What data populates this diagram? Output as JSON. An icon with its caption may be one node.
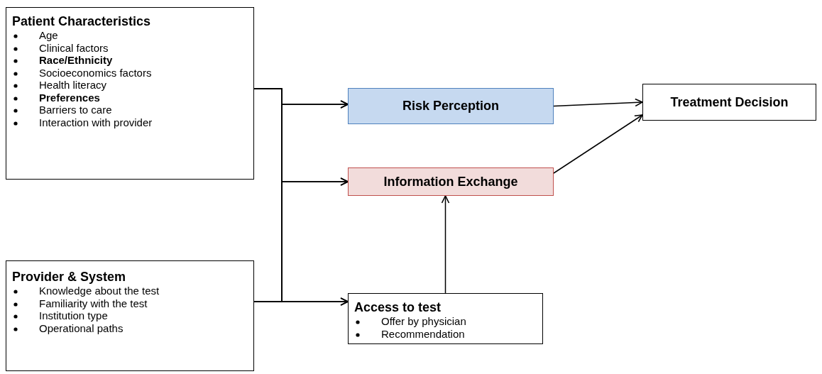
{
  "diagram": {
    "nodes": [
      {
        "text": [
          "Patient Characteristics",
          "Age",
          "Clinical factors",
          "**Race/Ethnicity**",
          "Socioeconomics factors",
          "Health literacy",
          "**Preferences**",
          "Barriers to care",
          "Interaction with provider"
        ]
      },
      {
        "text": [
          "Provider & System",
          "Knowledge about the test",
          "Familiarity with the test",
          "Institution type",
          "Operational paths"
        ]
      },
      {
        "text": [
          "Risk Perception"
        ]
      },
      {
        "text": [
          "Information Exchange"
        ]
      },
      {
        "text": [
          "Access to test",
          "Offer by physician",
          "Recommendation"
        ]
      },
      {
        "text": [
          "Treatment Decision"
        ]
      }
    ],
    "edges": [
      {
        "from": 0,
        "to": 2,
        "arrow": "to"
      },
      {
        "from": 0,
        "to": 3,
        "arrow": "to"
      },
      {
        "from": 0,
        "to": 4,
        "arrow": "to"
      },
      {
        "from": 1,
        "to": 2,
        "arrow": "to"
      },
      {
        "from": 1,
        "to": 3,
        "arrow": "to"
      },
      {
        "from": 1,
        "to": 4,
        "arrow": "to"
      },
      {
        "from": 2,
        "to": 5,
        "arrow": "to"
      },
      {
        "from": 3,
        "to": 5,
        "arrow": "to"
      },
      {
        "from": 4,
        "to": 3,
        "arrow": "to"
      }
    ]
  }
}
